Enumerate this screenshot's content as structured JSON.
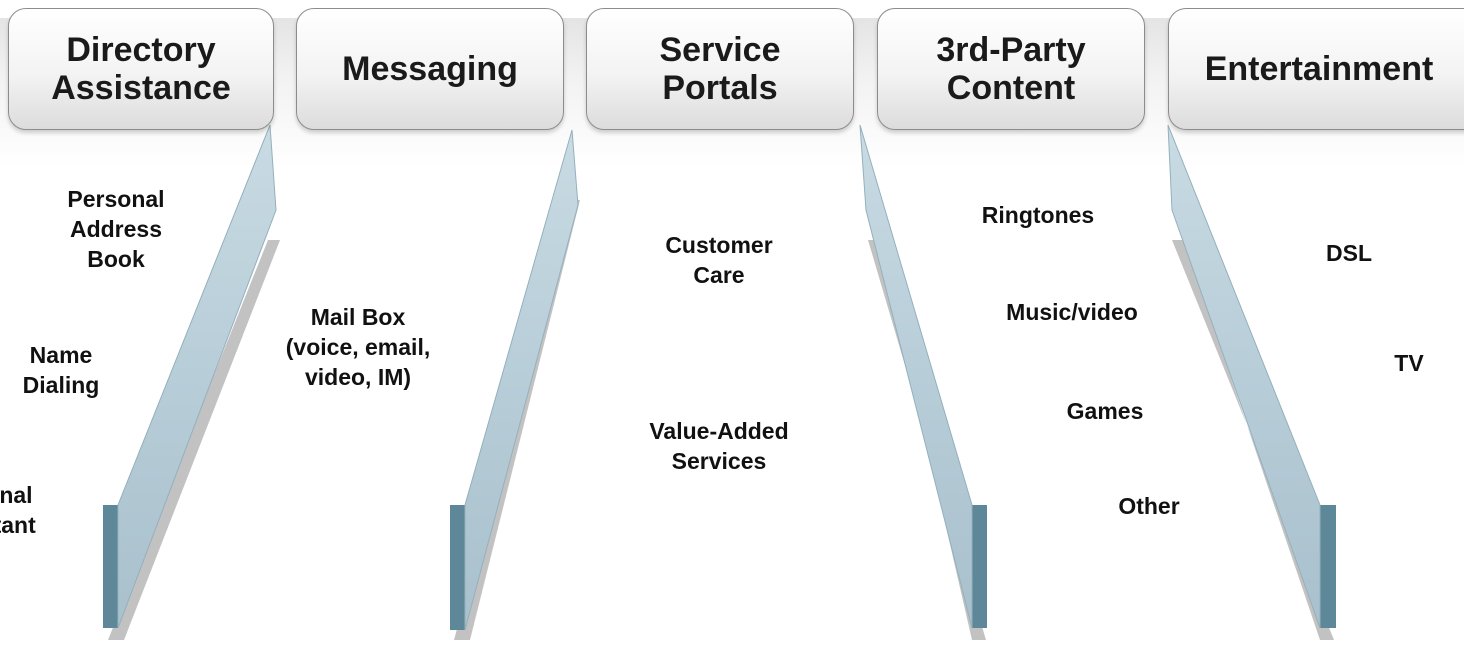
{
  "categories": [
    {
      "id": "directory",
      "title": "Directory\nAssistance"
    },
    {
      "id": "messaging",
      "title": "Messaging"
    },
    {
      "id": "portals",
      "title": "Service\nPortals"
    },
    {
      "id": "content",
      "title": "3rd-Party\nContent"
    },
    {
      "id": "entertainment",
      "title": "Entertainment"
    }
  ],
  "items": {
    "directory": [
      "Personal\nAddress\nBook",
      "Name\nDialing",
      "Personal\nAssistant"
    ],
    "messaging": [
      "Mail Box\n(voice, email,\nvideo, IM)"
    ],
    "portals": [
      "Customer\nCare",
      "Value-Added\nServices"
    ],
    "content": [
      "Ringtones",
      "Music/video",
      "Games",
      "Other"
    ],
    "entertainment": [
      "DSL",
      "TV"
    ]
  },
  "colors": {
    "wall_glass": "#b7cdd8",
    "wall_edge": "#5e8799",
    "wall_shadow": "#9a9a9a",
    "header_border": "#8c8c8c",
    "text": "#111111"
  }
}
